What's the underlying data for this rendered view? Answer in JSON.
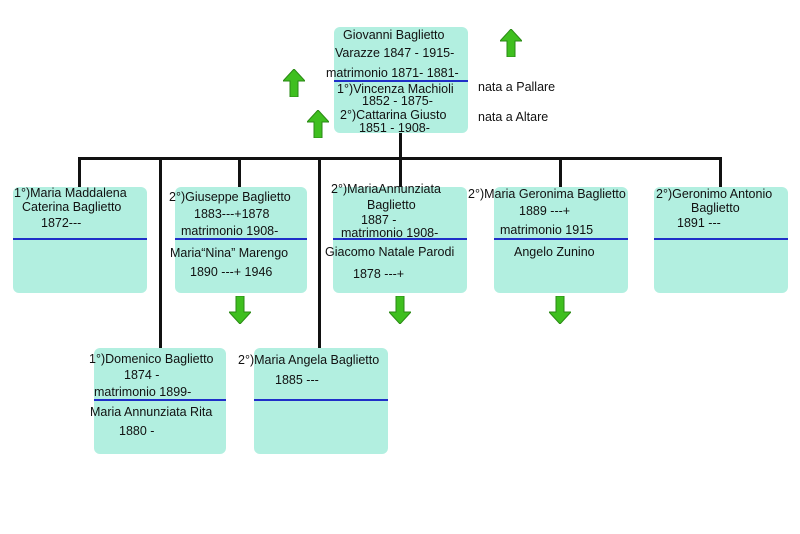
{
  "root": {
    "name": "Giovanni Baglietto",
    "dates": "Varazze 1847 - 1915-",
    "marriage": "matrimonio 1871- 1881-",
    "spouse1": "1°)Vincenza Machioli",
    "spouse1_dates": "1852 - 1875-",
    "spouse1_place": "nata a Pallare",
    "spouse2": "2°)Cattarina Giusto",
    "spouse2_dates": "1851 - 1908-",
    "spouse2_place": "nata a Altare"
  },
  "children": [
    {
      "line1": "1°)Maria Maddalena",
      "line2": "Caterina Baglietto",
      "line3": "1872---"
    },
    {
      "line1": "2°)Giuseppe Baglietto",
      "line2": "1883---+1878",
      "line3": "matrimonio 1908-",
      "spouse": "Maria“Nina” Marengo",
      "spouse_dates": "1890 ---+ 1946"
    },
    {
      "line1": "2°)MariaAnnunziata",
      "line2": "Baglietto",
      "line3": "1887 -",
      "line4": "matrimonio 1908-",
      "spouse": "Giacomo Natale Parodi",
      "spouse_dates": "1878 ---+"
    },
    {
      "line1": "2°)Maria Geronima Baglietto",
      "line2": "1889 ---+",
      "line3": "matrimonio 1915",
      "spouse": "Angelo Zunino"
    },
    {
      "line1": "2°)Geronimo Antonio",
      "line2": "Baglietto",
      "line3": "1891 ---"
    },
    {
      "line1": "1°)Domenico Baglietto",
      "line2": "1874 -",
      "line3": "matrimonio 1899-",
      "spouse": "Maria Annunziata Rita",
      "spouse_dates": "1880 -"
    },
    {
      "line1": "2°)Maria Angela Baglietto",
      "line2": "1885 ---"
    }
  ],
  "colors": {
    "box": "#b2efe0",
    "separator": "#1f2fc8",
    "connector": "#111111",
    "arrow": "#3fbf1f"
  },
  "icons": [
    "arrow-up-icon",
    "arrow-down-icon"
  ]
}
